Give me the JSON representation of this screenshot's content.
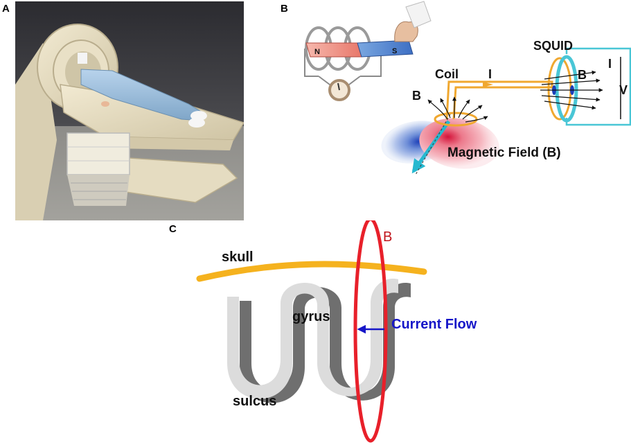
{
  "panels": {
    "a": {
      "label": "A"
    },
    "b": {
      "label": "B",
      "magnet": {
        "north": "N",
        "south": "S"
      },
      "coil_label": "Coil",
      "current_label_1": "I",
      "current_label_2": "I",
      "b_label_left": "B",
      "b_label_right": "B",
      "squid_label": "SQUID",
      "voltage_label": "V",
      "field_label": "Magnetic Field (B)"
    },
    "c": {
      "label": "C",
      "b_label": "B",
      "skull_label": "skull",
      "gyrus_label": "gyrus",
      "sulcus_label": "sulcus",
      "current_label": "Current Flow"
    }
  },
  "colors": {
    "skull": "#f5b21e",
    "loop": "#e8202a",
    "current": "#1616c8",
    "squid_ring": "#49c6d6",
    "wire": "#f0a830",
    "cortex_light": "#dcdcdc",
    "cortex_dark": "#6f6f6f"
  }
}
